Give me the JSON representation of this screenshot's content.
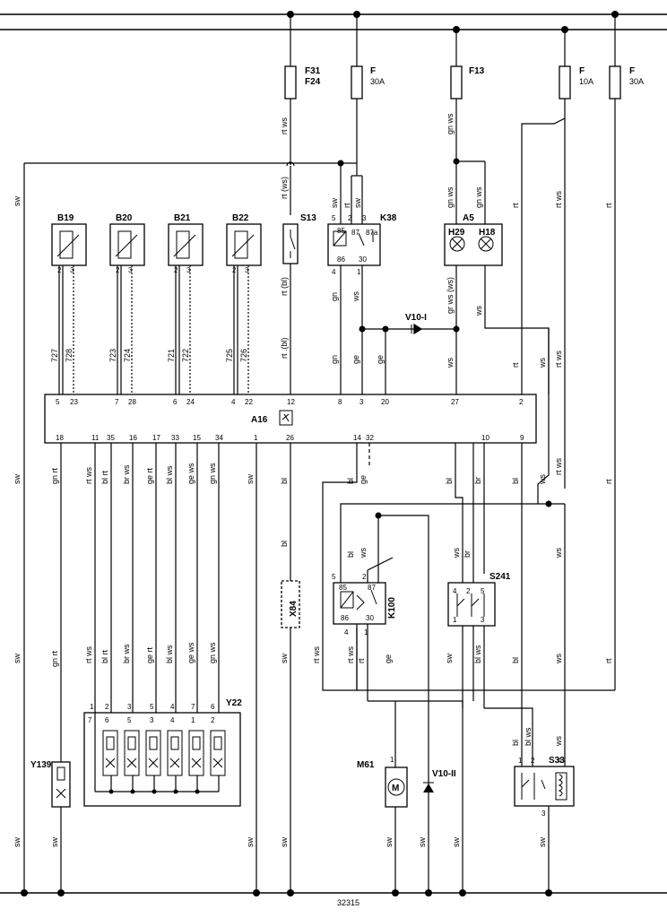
{
  "doc_id": "32315",
  "fuses": {
    "f31": "F31",
    "f24": "F24",
    "f_a": "F",
    "f_a_amp": "30A",
    "f13": "F13",
    "f_b": "F",
    "f_b_amp": "10A",
    "f_c": "F",
    "f_c_amp": "30A"
  },
  "components": {
    "b19": "B19",
    "b20": "B20",
    "b21": "B21",
    "b22": "B22",
    "s13": "S13",
    "k38": "K38",
    "a5": "A5",
    "h29": "H29",
    "h18": "H18",
    "v10i": "V10-I",
    "a16": "A16",
    "k100": "K100",
    "s241": "S241",
    "x84": "X84",
    "y22": "Y22",
    "y139": "Y139",
    "m61": "M61",
    "v10ii": "V10-II",
    "s33": "S33",
    "motor": "M"
  },
  "wires": {
    "sw": "sw",
    "rt": "rt",
    "rtws": "rt ws",
    "rtws_p": "rt (ws)",
    "rtbl": "rt (bl)",
    "rtbl2": "rt .(bl)",
    "gnws": "gn ws",
    "grws": "gr ws (ws)",
    "gn": "gn",
    "ws": "ws",
    "ge": "ge",
    "gnrt": "gn rt",
    "blrt": "bl rt",
    "brws": "br ws",
    "gert": "ge rt",
    "blws": "bl ws",
    "gews": "ge ws",
    "bl": "bl",
    "br": "br",
    "w727": "727",
    "w728": "728",
    "w723": "723",
    "w724": "724",
    "w721": "721",
    "w722": "722",
    "w725": "725",
    "w726": "726"
  },
  "pins": {
    "p1": "1",
    "p2": "2",
    "p3": "3",
    "p4": "4",
    "p5": "5",
    "p6": "6",
    "p7": "7",
    "p8": "8",
    "p9": "9",
    "p10": "10",
    "p11": "11",
    "p12": "12",
    "p14": "14",
    "p15": "15",
    "p16": "16",
    "p17": "17",
    "p18": "18",
    "p20": "20",
    "p22": "22",
    "p23": "23",
    "p24": "24",
    "p26": "26",
    "p27": "27",
    "p28": "28",
    "p30": "30",
    "p32": "32",
    "p33": "33",
    "p34": "34",
    "p35": "35",
    "p85": "85",
    "p86": "86",
    "p87": "87",
    "p87a": "87a"
  }
}
